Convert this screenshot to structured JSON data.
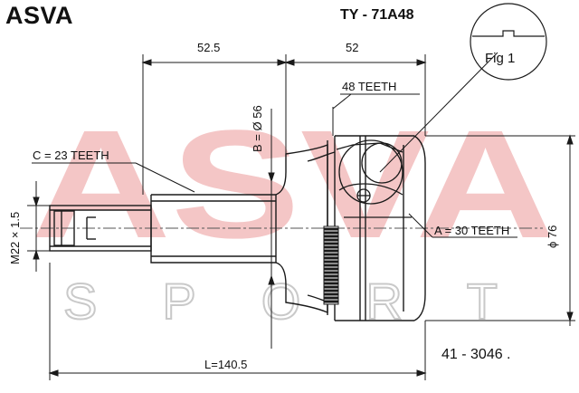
{
  "header": {
    "brand": "ASVA",
    "part_number": "TY - 71A48",
    "reference_number": "41 - 3046 ."
  },
  "watermark": {
    "main": "ASVA",
    "sub": "SPORT",
    "color": "#f4c6c6"
  },
  "diagram": {
    "fig_label": "Fig 1",
    "dimensions": {
      "left_length": "52.5",
      "right_length": "52",
      "total_length": "L=140.5",
      "seal_diameter": "B = Ø 56",
      "outer_diameter": "ϕ 76",
      "thread": "M22 × 1.5"
    },
    "teeth": {
      "abs_ring": "48 TEETH",
      "outer_spline": "C = 23 TEETH",
      "inner_spline": "A = 30 TEETH"
    }
  },
  "colors": {
    "line": "#1a1a1a",
    "watermark": "#f4c6c6"
  }
}
